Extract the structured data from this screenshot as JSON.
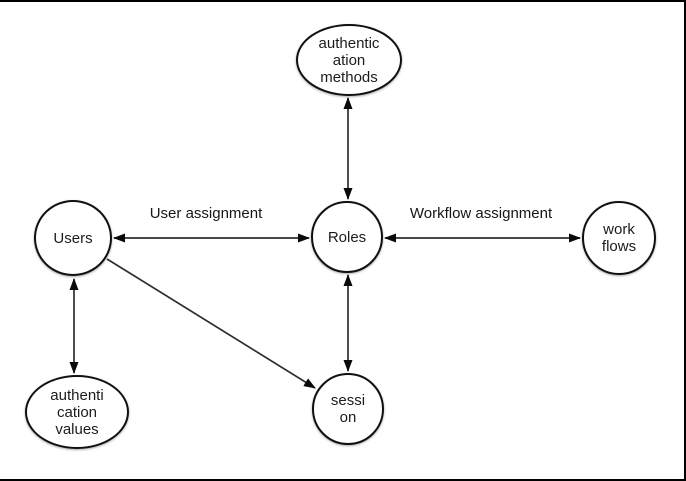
{
  "diagram": {
    "colors": {
      "background": "#ffffff",
      "frame_border": "#000000",
      "node_border": "#101010",
      "edge_stroke": "#2e2e2e",
      "arrowhead": "#0a0a0a",
      "text": "#1c1c1c"
    },
    "nodes": {
      "auth_methods": {
        "lines": [
          "authentic",
          "ation",
          "methods"
        ]
      },
      "users": {
        "lines": [
          "Users"
        ]
      },
      "roles": {
        "lines": [
          "Roles"
        ]
      },
      "workflows": {
        "lines": [
          "work",
          "flows"
        ]
      },
      "auth_values": {
        "lines": [
          "authenti",
          "cation",
          "values"
        ]
      },
      "session": {
        "lines": [
          "sessi",
          "on"
        ]
      }
    },
    "edges": {
      "user_assignment": {
        "label": "User assignment",
        "from": "Users",
        "to": "Roles",
        "bidirectional": true
      },
      "workflow_assignment": {
        "label": "Workflow assignment",
        "from": "Roles",
        "to": "work flows",
        "bidirectional": true
      },
      "roles_auth_methods": {
        "from": "Roles",
        "to": "authentication methods",
        "bidirectional": true
      },
      "users_auth_values": {
        "from": "Users",
        "to": "authentication values",
        "bidirectional": true
      },
      "roles_session": {
        "from": "Roles",
        "to": "session",
        "bidirectional": true
      },
      "users_session": {
        "from": "Users",
        "to": "session",
        "bidirectional": false
      }
    }
  }
}
